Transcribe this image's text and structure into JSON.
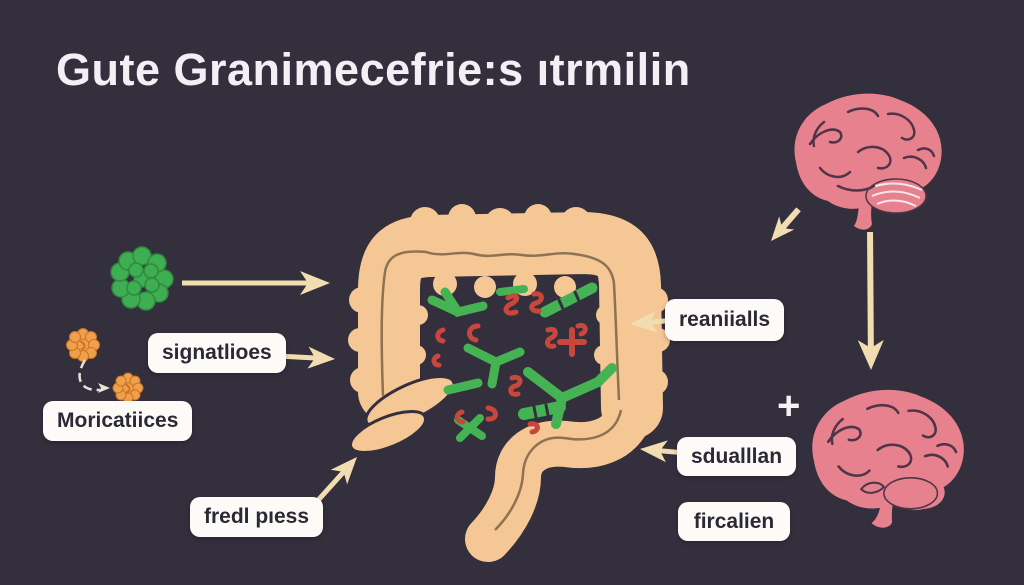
{
  "title": "Gute Granimecefrie:s ıtrmilin",
  "labels": {
    "signals": "signatlioes",
    "microbes": "Moricatiices",
    "fiber": "fredl pıess",
    "neural": "reaniialls",
    "serotonin": "sdualllan",
    "function": "fircalien"
  },
  "plus_sign": "+",
  "icons": {
    "green_cluster": "microbe-cluster-icon",
    "orange_microbes": "probiotic-microbe-icons",
    "colon": "large-intestine-icon",
    "gut_flora": "gut-bacteria-icons",
    "brain_top": "brain-icon",
    "brain_bottom": "brain-icon",
    "arrows": "flow-arrow-icons"
  },
  "colors": {
    "background": "#332f3d",
    "title_text": "#f3f0f5",
    "label_background": "#fcfbf7",
    "label_text": "#2c2936",
    "arrow": "#f2ddb1",
    "colon": "#f4c795",
    "colon_line": "#8d7253",
    "brain_pink": "#e8818e",
    "brain_lines": "#4e3547",
    "microbe_green": "#45b254",
    "microbe_red": "#c7473d",
    "microbe_orange": "#efa04c"
  }
}
